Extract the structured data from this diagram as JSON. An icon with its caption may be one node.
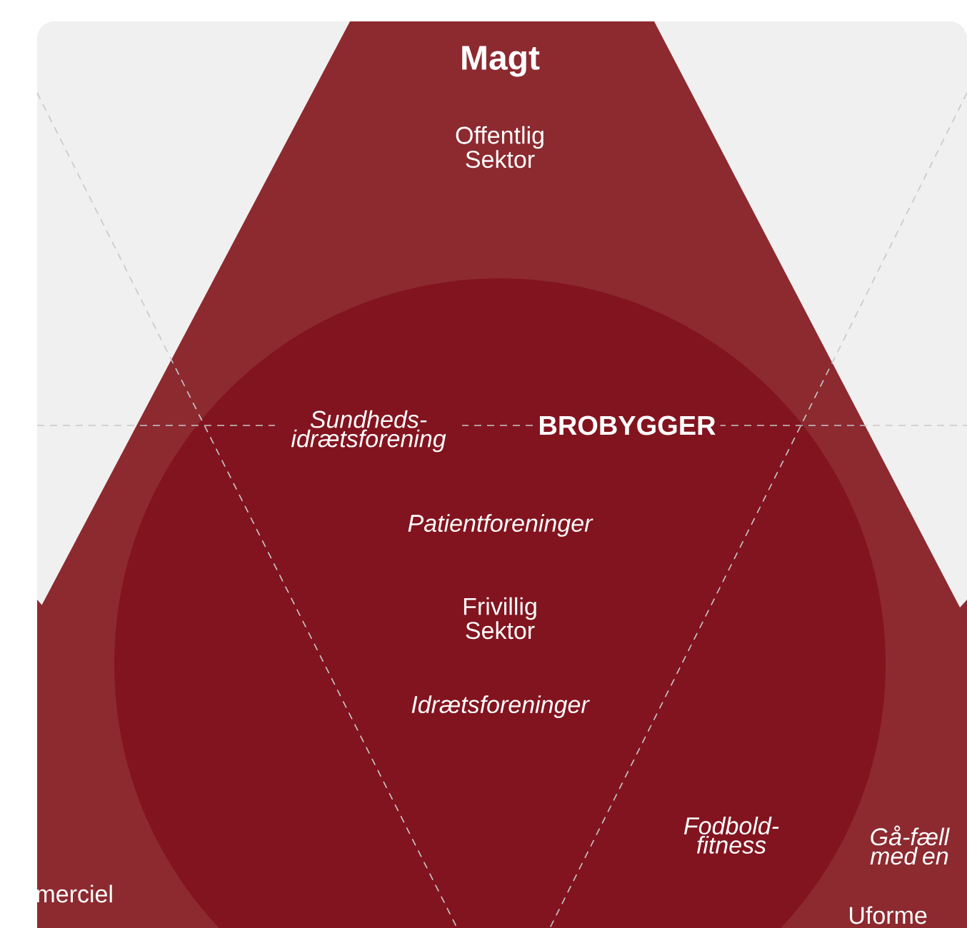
{
  "diagram": {
    "nodes": [
      {
        "text": [
          "Magt",
          "Offentlig Sektor"
        ]
      },
      {
        "text": [
          "Frivillig Sektor"
        ]
      }
    ],
    "labels": [
      "Sundheds-idrætsforening",
      "BROBYGGER",
      "Patientforeninger",
      "Idrætsforeninger",
      "Fodbold-fitness",
      "merciel",
      "Gå-fæll med en",
      "Uforme"
    ]
  }
}
